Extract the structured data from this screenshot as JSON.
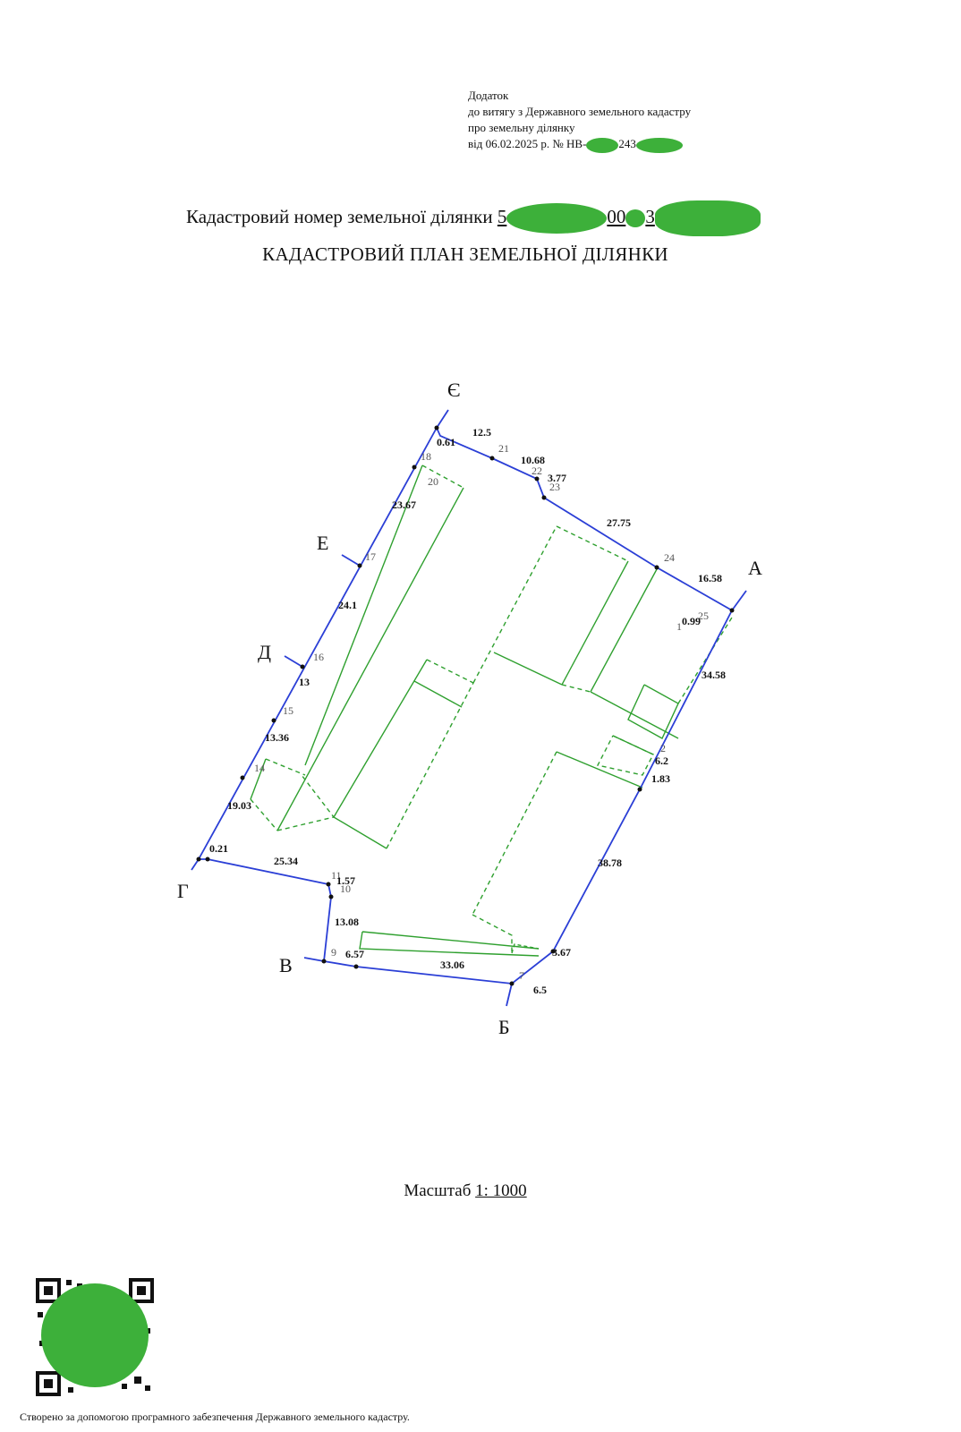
{
  "annex": {
    "line1": "Додаток",
    "line2": "до витягу з Державного земельного кадастру",
    "line3": "про земельну ділянку",
    "line4_prefix": "від 06.02.2025 р. № НВ-",
    "line4_visible_part": "243"
  },
  "cadastral": {
    "label": "Кадастровий номер земельної ділянки",
    "number_visible_start": "5",
    "number_visible_middle": "00",
    "number_visible_tail": "3"
  },
  "plan_title": "КАДАСТРОВИЙ ПЛАН ЗЕМЕЛЬНОЇ ДІЛЯНКИ",
  "plan": {
    "boundary_color": "#2b3fd6",
    "inner_color": "#2fa02f",
    "corners": [
      {
        "letter": "Є"
      },
      {
        "letter": "А"
      },
      {
        "letter": "Б"
      },
      {
        "letter": "В"
      },
      {
        "letter": "Г"
      },
      {
        "letter": "Д"
      },
      {
        "letter": "Е"
      }
    ],
    "point_numbers": [
      "18",
      "20",
      "21",
      "22",
      "23",
      "24",
      "25",
      "1",
      "2",
      "17",
      "16",
      "15",
      "14",
      "11",
      "10",
      "9",
      "7"
    ],
    "segment_lengths": [
      "12.5",
      "0.61",
      "10.68",
      "3.77",
      "27.75",
      "16.58",
      "0.99",
      "34.58",
      "6.2",
      "1.83",
      "38.78",
      "3.67",
      "6.5",
      "33.06",
      "6.57",
      "13.08",
      "1.57",
      "25.34",
      "0.21",
      "19.03",
      "13.36",
      "13",
      "24.1",
      "23.67"
    ]
  },
  "scale": {
    "label": "Масштаб",
    "value": "1: 1000"
  },
  "qr": {
    "icon": "qr-code-icon",
    "redaction_color": "#3db03a"
  },
  "footer": "Створено за допомогою програмного забезпечення Державного земельного кадастру."
}
